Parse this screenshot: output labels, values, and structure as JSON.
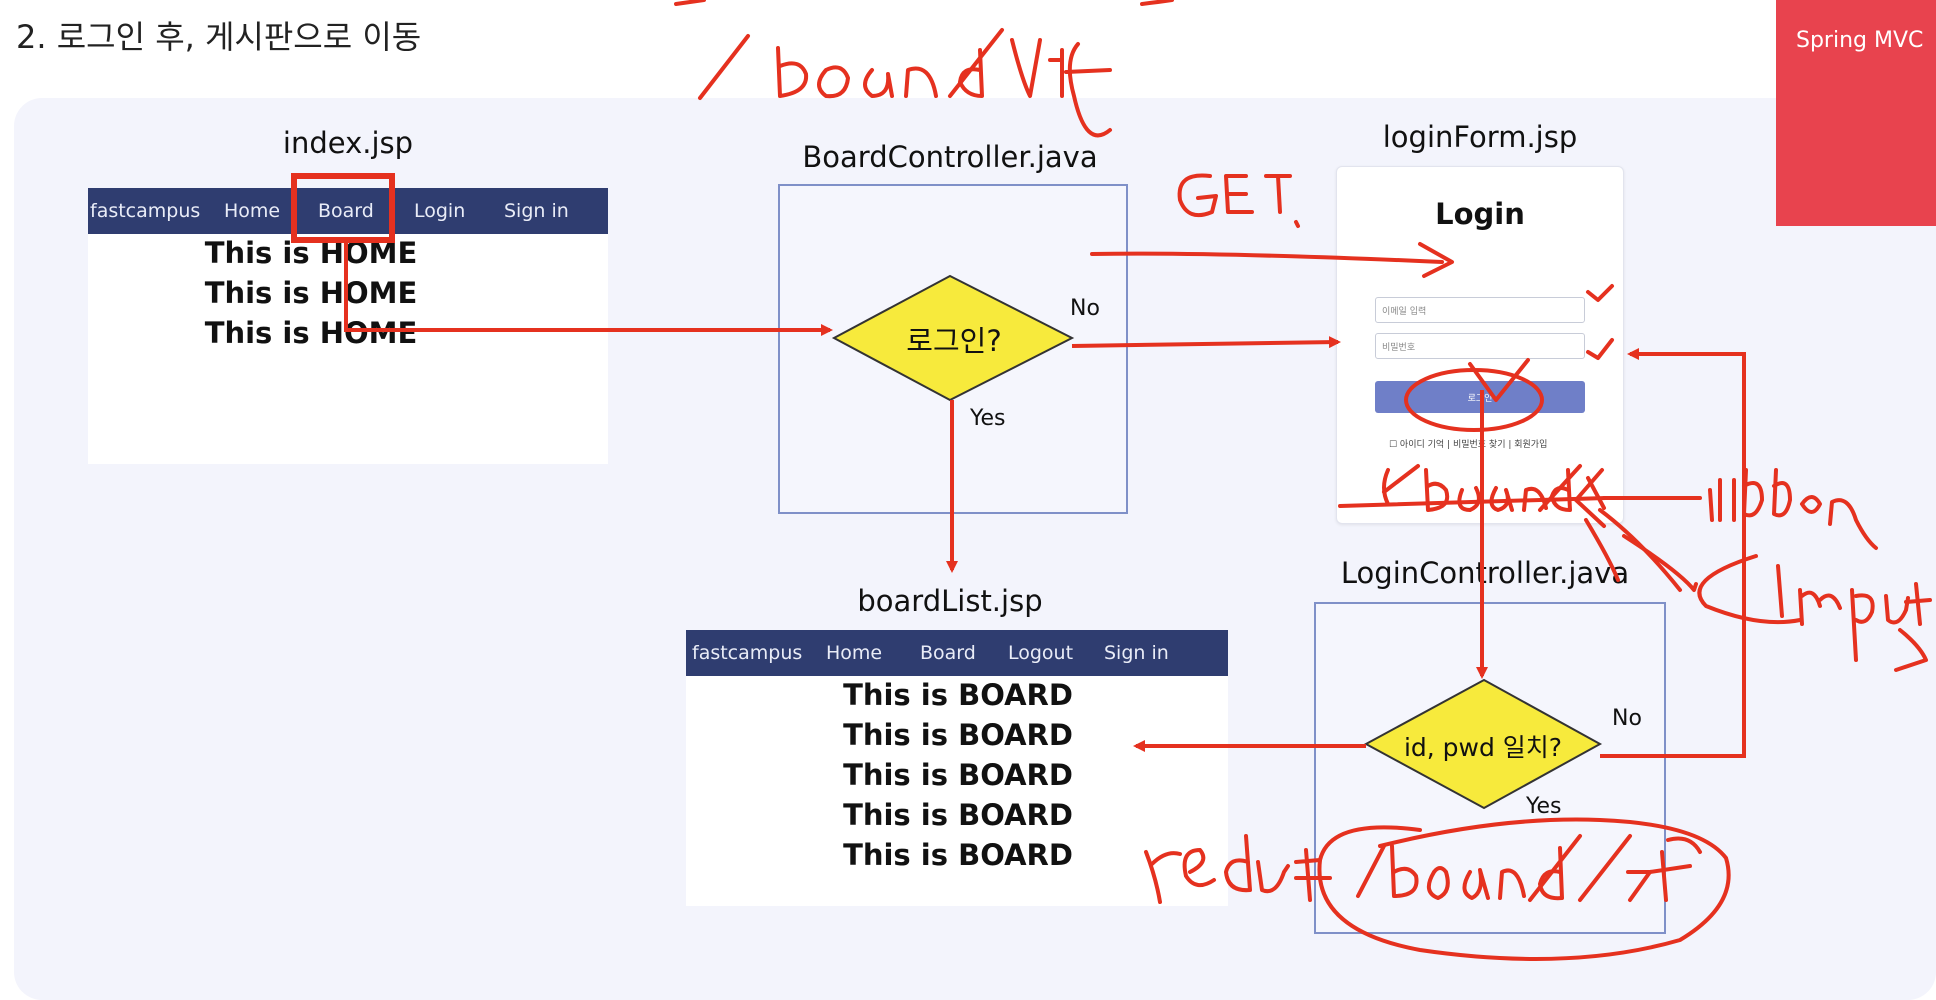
{
  "slide": {
    "title": "2. 로그인 후, 게시판으로 이동",
    "badge": "Spring MVC"
  },
  "index_page": {
    "label": "index.jsp",
    "nav": [
      "fastcampus",
      "Home",
      "Board",
      "Login",
      "Sign in"
    ],
    "lines": [
      "This is HOME",
      "This is HOME",
      "This is HOME"
    ]
  },
  "board_controller": {
    "label": "BoardController.java",
    "decision": "로그인?",
    "no": "No",
    "yes": "Yes"
  },
  "login_form": {
    "label": "loginForm.jsp",
    "heading": "Login",
    "id_placeholder": "이메일 입력",
    "pwd_placeholder": "비밀번호",
    "button": "로그인",
    "footer": "☐ 아이디 기억 | 비밀번호 찾기 | 회원가입"
  },
  "login_controller": {
    "label": "LoginController.java",
    "decision": "id, pwd 일치?",
    "no": "No",
    "yes": "Yes"
  },
  "board_list_page": {
    "label": "boardList.jsp",
    "nav": [
      "fastcampus",
      "Home",
      "Board",
      "Logout",
      "Sign in"
    ],
    "lines": [
      "This is BOARD",
      "This is BOARD",
      "This is BOARD",
      "This is BOARD",
      "This is BOARD"
    ]
  },
  "colors": {
    "panel": "#f3f4fc",
    "navbar": "#2f3d70",
    "decision_fill": "#f7ea3c",
    "arrow_red": "#e5311f",
    "box_border": "#7f90c8",
    "corner_accent": "#e8434e"
  }
}
